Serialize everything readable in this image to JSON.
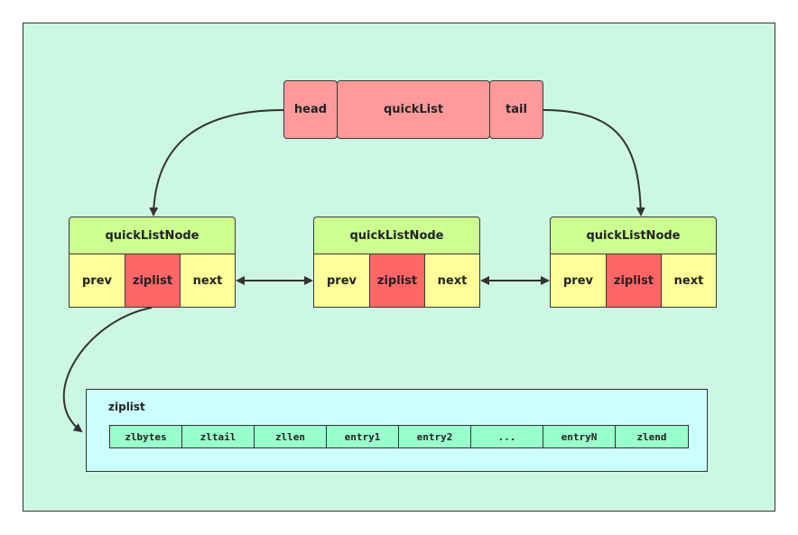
{
  "quicklist": {
    "head": "head",
    "name": "quickList",
    "tail": "tail"
  },
  "nodes": [
    {
      "title": "quickListNode",
      "prev": "prev",
      "ziplist": "ziplist",
      "next": "next"
    },
    {
      "title": "quickListNode",
      "prev": "prev",
      "ziplist": "ziplist",
      "next": "next"
    },
    {
      "title": "quickListNode",
      "prev": "prev",
      "ziplist": "ziplist",
      "next": "next"
    }
  ],
  "ziplist": {
    "title": "ziplist",
    "fields": [
      "zlbytes",
      "zltail",
      "zllen",
      "entry1",
      "entry2",
      "...",
      "entryN",
      "zlend"
    ]
  },
  "colors": {
    "background": "#ccf7e3",
    "quicklist": "#ff9a9a",
    "node_header": "#ccff8f",
    "node_cell": "#ffff99",
    "ziplist_cell_in_node": "#ff6666",
    "ziplist_container": "#ccffff",
    "ziplist_field": "#99ffcc"
  }
}
